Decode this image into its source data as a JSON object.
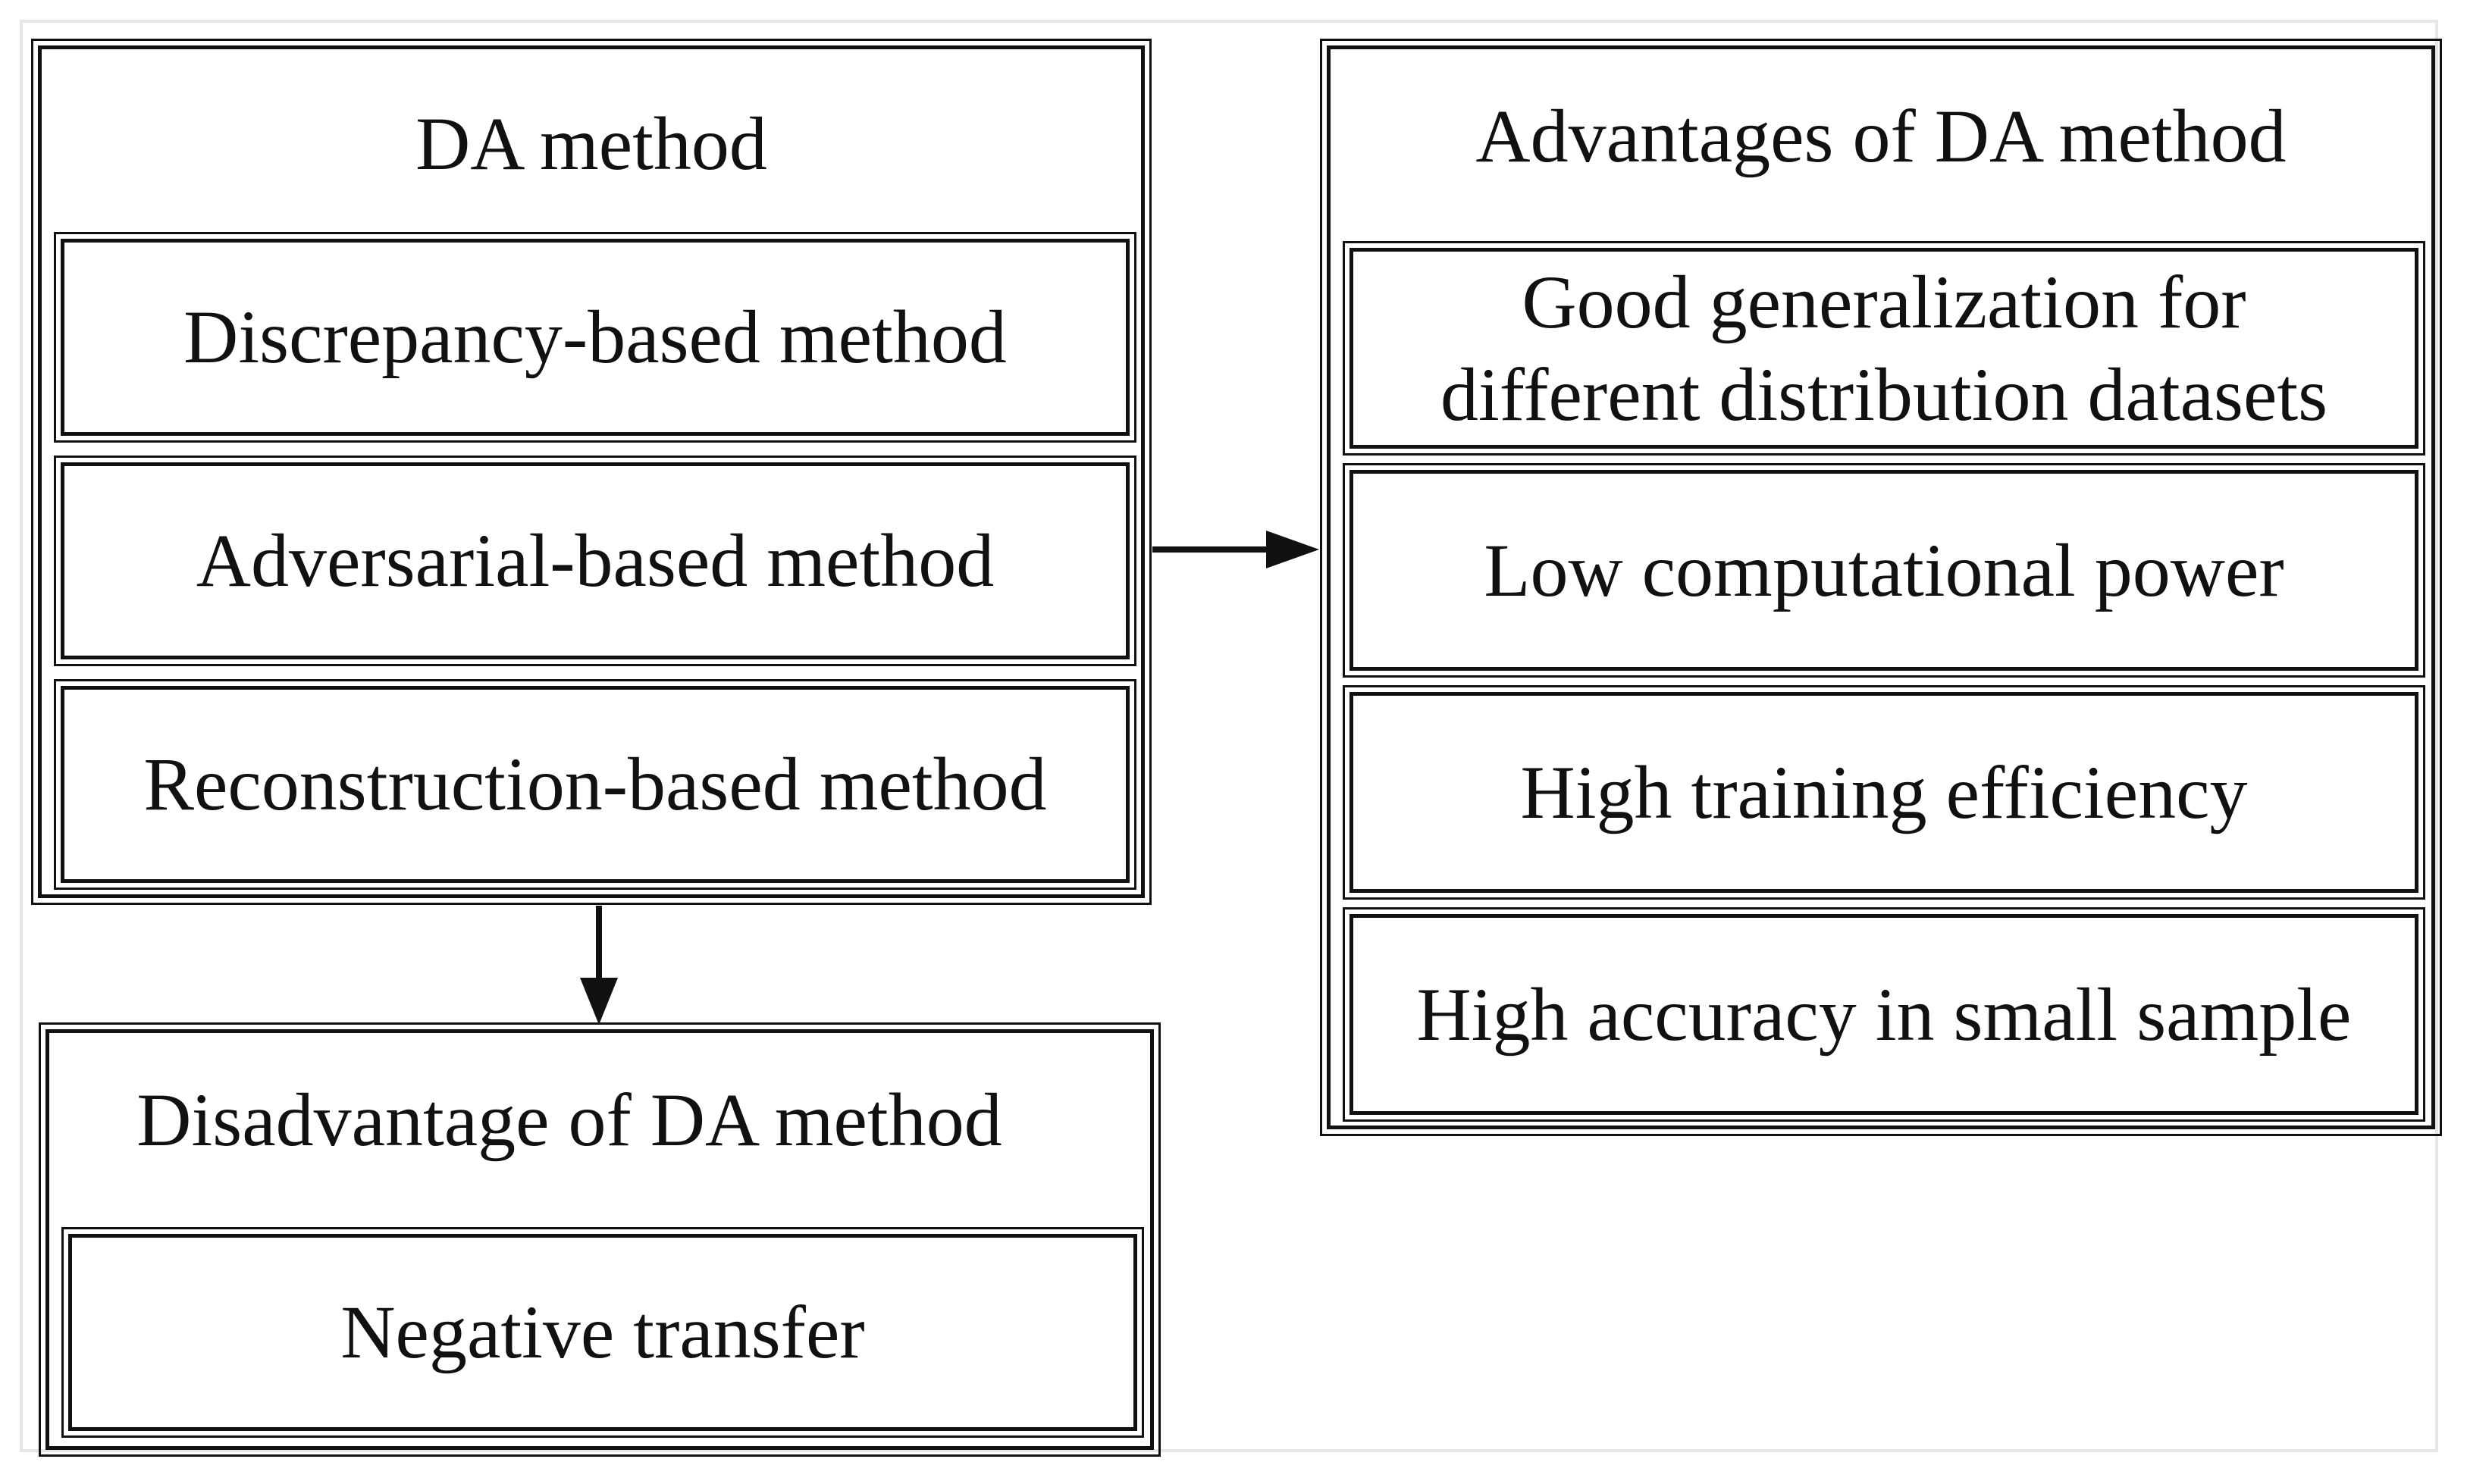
{
  "left_group": {
    "title": "DA method",
    "items": [
      {
        "label": "Discrepancy-based method"
      },
      {
        "label": "Adversarial-based method"
      },
      {
        "label": "Reconstruction-based method"
      }
    ]
  },
  "bottom_group": {
    "title": "Disadvantage of DA method",
    "items": [
      {
        "label": "Negative transfer"
      }
    ]
  },
  "right_group": {
    "title": "Advantages of DA method",
    "items": [
      {
        "line1": "Good generalization for",
        "line2": "different distribution datasets"
      },
      {
        "label": "Low computational power"
      },
      {
        "label": "High training efficiency"
      },
      {
        "label": "High accuracy in small sample"
      }
    ]
  },
  "colors": {
    "stroke": "#111111",
    "background": "#ffffff",
    "frame": "#e6e6e6"
  }
}
